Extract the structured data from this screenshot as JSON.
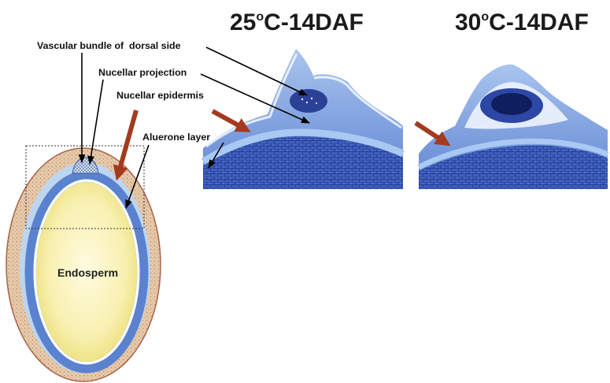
{
  "titles": [
    {
      "num": "25",
      "sup": "o",
      "rest": "C-14DAF"
    },
    {
      "num": "30",
      "sup": "o",
      "rest": "C-14DAF"
    }
  ],
  "labels": {
    "vascular": "Vascular bundle of  dorsal side",
    "nucellar_projection": "Nucellar projection",
    "nucellar_epidermis": "Nucellar epidermis",
    "aleurone": "Aluerone layer",
    "endosperm": "Endosperm"
  },
  "colors": {
    "arrow_red": "#a33a1f",
    "pericarp": "#e3c4a4",
    "aleurone_blue": "#5b82cf",
    "light_blue": "#bcd6f0",
    "endosperm_yellow": "#f4ea97",
    "stain_blue": "#3d5cb5"
  }
}
